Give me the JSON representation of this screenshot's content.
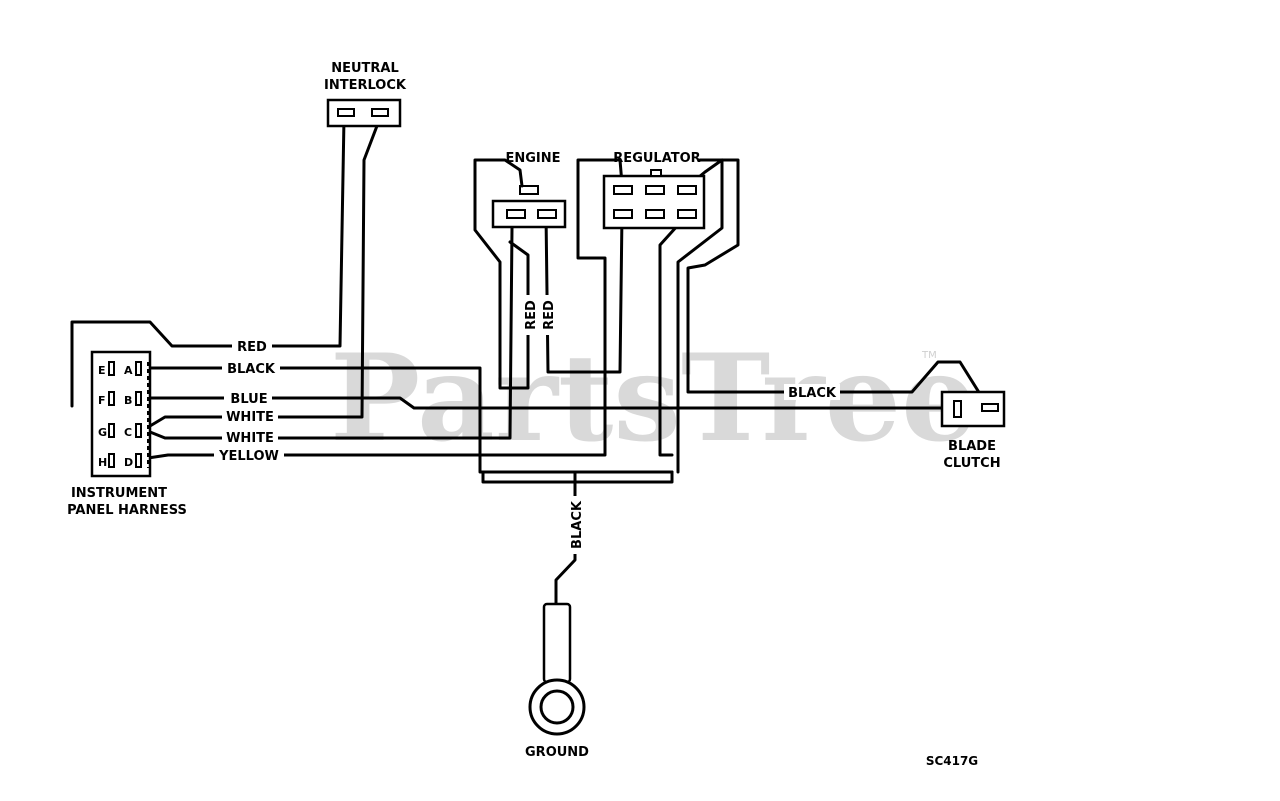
{
  "watermark": {
    "text": "PartsTree",
    "tm": "TM"
  },
  "components": {
    "neutral_interlock": {
      "line1": "NEUTRAL",
      "line2": "INTERLOCK"
    },
    "engine": {
      "label": "ENGINE"
    },
    "regulator": {
      "label": "REGULATOR"
    },
    "blade_clutch": {
      "line1": "BLADE",
      "line2": "CLUTCH"
    },
    "instrument_panel_harness": {
      "line1": "INSTRUMENT",
      "line2": "PANEL HARNESS",
      "pins": [
        "E",
        "A",
        "F",
        "B",
        "G",
        "C",
        "H",
        "D"
      ]
    },
    "ground": {
      "label": "GROUND"
    }
  },
  "wires": {
    "red_interlock": "RED",
    "black_a": "BLACK",
    "blue_b": "BLUE",
    "white_c1": "WHITE",
    "white_c2": "WHITE",
    "yellow_d": "YELLOW",
    "red_engine_1": "RED",
    "red_engine_2": "RED",
    "black_clutch": "BLACK",
    "black_ground": "BLACK"
  },
  "drawing_code": "SC417G"
}
